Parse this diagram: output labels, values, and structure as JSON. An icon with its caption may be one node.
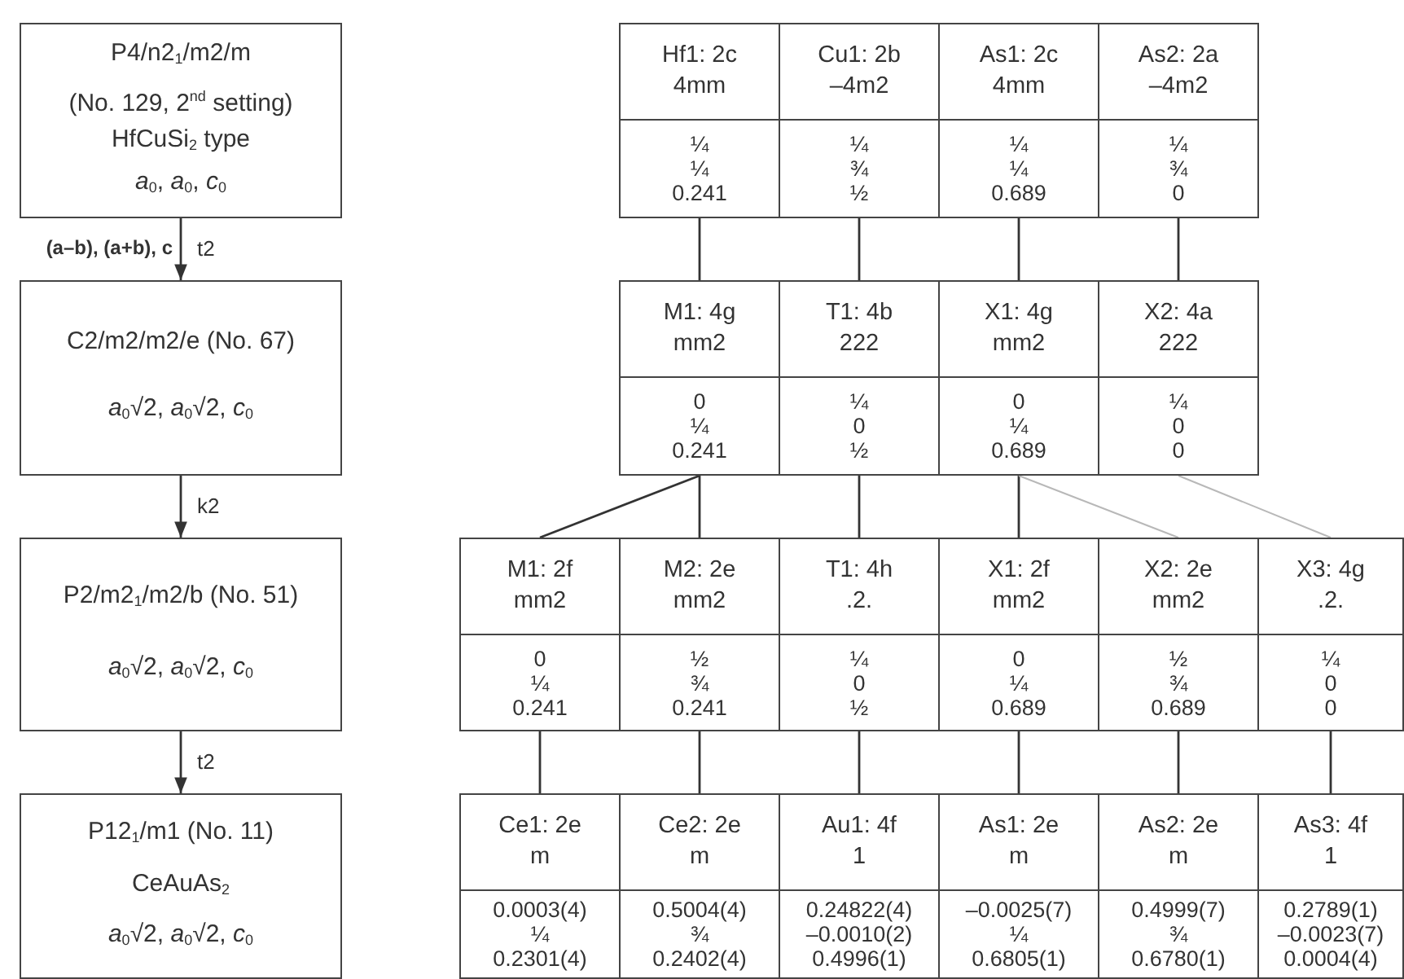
{
  "diagram": {
    "nodes": [
      {
        "text": [
          "P4/n2$_{1}$/m2/m",
          "(No. 129, 2$^{nd}$ setting)",
          "HfCuSi$_{2}$ type",
          "*a*$_{0}$, *a*$_{0}$, *c*$_{0}$"
        ]
      },
      {
        "text": [
          "C2/m2/m2/e (No. 67)",
          "*a*$_{0}$√2, *a*$_{0}$√2, *c*$_{0}$"
        ]
      },
      {
        "text": [
          "P2/m2$_{1}$/m2/b (No. 51)",
          "*a*$_{0}$√2, *a*$_{0}$√2, *c*$_{0}$"
        ]
      },
      {
        "text": [
          "P12$_{1}$/m1 (No. 11)",
          "CeAuAs$_{2}$",
          "*a*$_{0}$√2, *a*$_{0}$√2, *c*$_{0}$"
        ]
      },
      {
        "text": [
          "Hf1: 2c",
          "4mm",
          "¼",
          "¼",
          "0.241"
        ]
      },
      {
        "text": [
          "Cu1: 2b",
          "–4m2",
          "¼",
          "¾",
          "½"
        ]
      },
      {
        "text": [
          "As1: 2c",
          "4mm",
          "¼",
          "¼",
          "0.689"
        ]
      },
      {
        "text": [
          "As2: 2a",
          "–4m2",
          "¼",
          "¾",
          "0"
        ]
      },
      {
        "text": [
          "M1: 4g",
          "mm2",
          "0",
          "¼",
          "0.241"
        ]
      },
      {
        "text": [
          "T1: 4b",
          "222",
          "¼",
          "0",
          "½"
        ]
      },
      {
        "text": [
          "X1: 4g",
          "mm2",
          "0",
          "¼",
          "0.689"
        ]
      },
      {
        "text": [
          "X2: 4a",
          "222",
          "¼",
          "0",
          "0"
        ]
      },
      {
        "text": [
          "M1: 2f",
          "mm2",
          "0",
          "¼",
          "0.241"
        ]
      },
      {
        "text": [
          "M2: 2e",
          "mm2",
          "½",
          "¾",
          "0.241"
        ]
      },
      {
        "text": [
          "T1: 4h",
          ".2.",
          "¼",
          "0",
          "½"
        ]
      },
      {
        "text": [
          "X1: 2f",
          "mm2",
          "0",
          "¼",
          "0.689"
        ]
      },
      {
        "text": [
          "X2: 2e",
          "mm2",
          "½",
          "¾",
          "0.689"
        ]
      },
      {
        "text": [
          "X3: 4g",
          ".2.",
          "¼",
          "0",
          "0"
        ]
      },
      {
        "text": [
          "Ce1: 2e",
          "m",
          "0.0003(4)",
          "¼",
          "0.2301(4)"
        ]
      },
      {
        "text": [
          "Ce2: 2e",
          "m",
          "0.5004(4)",
          "¾",
          "0.2402(4)"
        ]
      },
      {
        "text": [
          "Au1: 4f",
          "1",
          "0.24822(4)",
          "–0.0010(2)",
          "0.4996(1)"
        ]
      },
      {
        "text": [
          "As1: 2e",
          "m",
          "–0.0025(7)",
          "¼",
          "0.6805(1)"
        ]
      },
      {
        "text": [
          "As2: 2e",
          "m",
          "0.4999(7)",
          "¾",
          "0.6780(1)"
        ]
      },
      {
        "text": [
          "As3: 4f",
          "1",
          "0.2789(1)",
          "–0.0023(7)",
          "0.0004(4)"
        ]
      }
    ],
    "edges": [
      {
        "from": 0,
        "to": 1,
        "arrow": "to",
        "label": "t2"
      },
      {
        "from": 1,
        "to": 2,
        "arrow": "to",
        "label": "k2"
      },
      {
        "from": 2,
        "to": 3,
        "arrow": "to",
        "label": "t2"
      },
      {
        "from": 4,
        "to": 8,
        "arrow": "none"
      },
      {
        "from": 5,
        "to": 9,
        "arrow": "none"
      },
      {
        "from": 6,
        "to": 10,
        "arrow": "none"
      },
      {
        "from": 7,
        "to": 11,
        "arrow": "none"
      },
      {
        "from": 8,
        "to": 12,
        "arrow": "none"
      },
      {
        "from": 8,
        "to": 13,
        "arrow": "none"
      },
      {
        "from": 9,
        "to": 14,
        "arrow": "none"
      },
      {
        "from": 10,
        "to": 15,
        "arrow": "none"
      },
      {
        "from": 10,
        "to": 16,
        "arrow": "none",
        "color": "#b8b8b8"
      },
      {
        "from": 11,
        "to": 17,
        "arrow": "none",
        "color": "#b8b8b8"
      },
      {
        "from": 12,
        "to": 18,
        "arrow": "none"
      },
      {
        "from": 13,
        "to": 19,
        "arrow": "none"
      },
      {
        "from": 14,
        "to": 20,
        "arrow": "none"
      },
      {
        "from": 15,
        "to": 21,
        "arrow": "none"
      },
      {
        "from": 16,
        "to": 22,
        "arrow": "none"
      },
      {
        "from": 17,
        "to": 23,
        "arrow": "none"
      }
    ],
    "labels": [
      "(a–b), (a+b), c"
    ]
  }
}
